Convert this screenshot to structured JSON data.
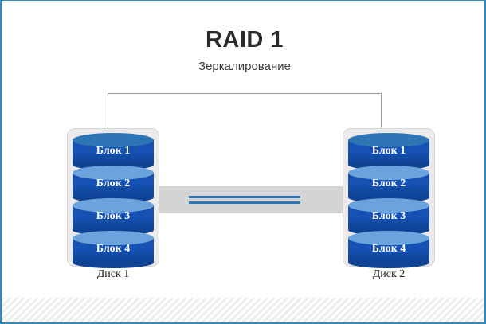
{
  "slide": {
    "title": "RAID 1",
    "subtitle": "Зеркалирование",
    "accent_color": "#2E8BC0",
    "block_fill_color": "#1552b4",
    "block_cap_color": "#6ba4dd",
    "casing_color": "#eceaea",
    "mirror_bar_color": "#d4d4d4",
    "mirror_line_color": "#2E75B6",
    "bracket_color": "#9a9a9a"
  },
  "disks": [
    {
      "id": "disk-1",
      "label": "Диск 1",
      "blocks": [
        {
          "label": "Блок 1"
        },
        {
          "label": "Блок 2"
        },
        {
          "label": "Блок 3"
        },
        {
          "label": "Блок 4"
        }
      ]
    },
    {
      "id": "disk-2",
      "label": "Диск 2",
      "blocks": [
        {
          "label": "Блок 1"
        },
        {
          "label": "Блок 2"
        },
        {
          "label": "Блок 3"
        },
        {
          "label": "Блок 4"
        }
      ]
    }
  ]
}
